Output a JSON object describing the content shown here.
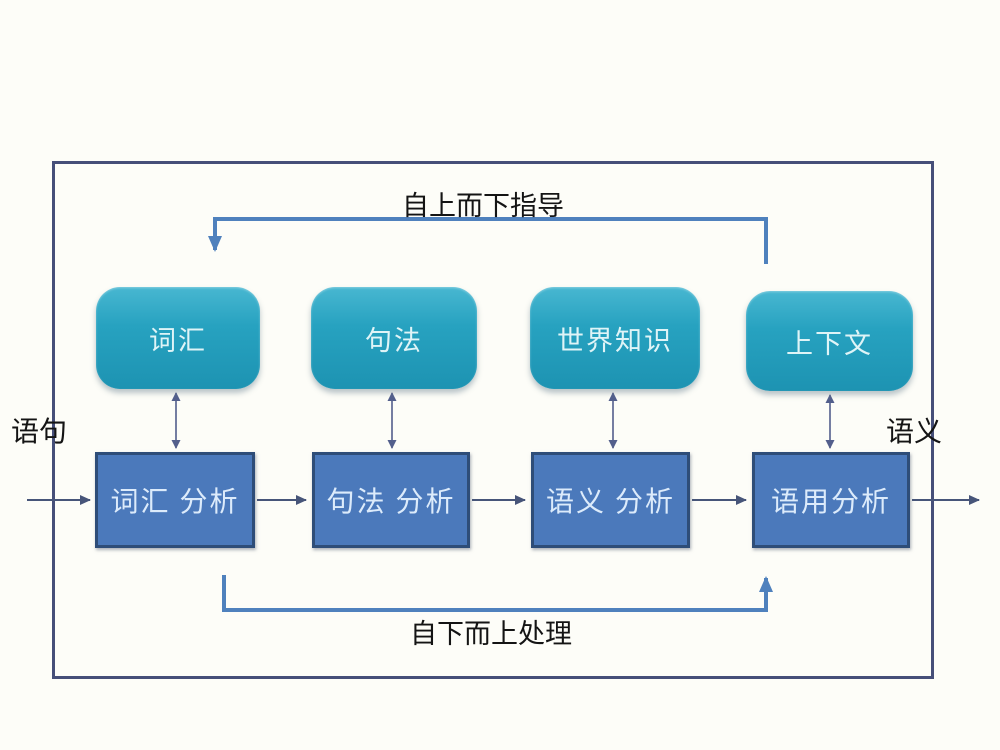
{
  "colors": {
    "accent_connector_blue": "#4f81bd",
    "teal_box_top": "#48b7d1",
    "teal_box_bottom": "#1d93b2",
    "process_box_fill": "#4b79bb",
    "process_box_border": "#2e4d78",
    "outer_frame_border": "#464f79",
    "thin_arrow": "#475579",
    "double_arrow": "#535f8c",
    "label_text": "#141414",
    "box_text_light": "#dff4f7"
  },
  "diagram": {
    "top_flow_label": "自上而下指导",
    "bottom_flow_label": "自下而上处理",
    "input_label": "语句",
    "output_label": "语义",
    "knowledge_boxes": [
      {
        "label": "词汇"
      },
      {
        "label": "句法"
      },
      {
        "label": "世界知识"
      },
      {
        "label": "上下文"
      }
    ],
    "process_boxes": [
      {
        "label": "词汇 分析"
      },
      {
        "label": "句法 分析"
      },
      {
        "label": "语义 分析"
      },
      {
        "label": "语用分析"
      }
    ]
  }
}
